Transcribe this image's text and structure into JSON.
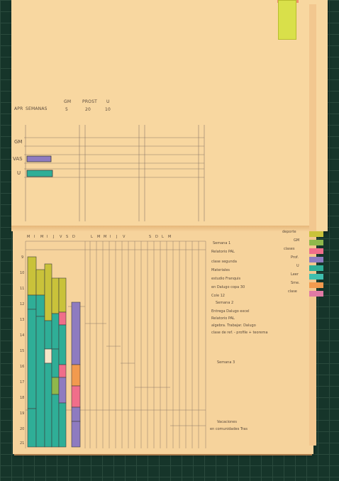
{
  "top_chart": {
    "headers": [
      "APR",
      "SEMANAS",
      "GM",
      "PROST",
      "U"
    ],
    "header_numbers": [
      "5",
      "20",
      "10"
    ],
    "rows": [
      "GM",
      "VAS",
      "U"
    ],
    "bar_colors": [
      "#8e7bc0",
      "#2f9e8a"
    ]
  },
  "bottom_chart": {
    "columns": [
      "M",
      "I",
      "M",
      "I",
      "J",
      "V",
      "S",
      "D",
      "L",
      "M",
      "M",
      "I",
      "J",
      "V",
      "S",
      "D",
      "L",
      "M"
    ],
    "row_hours": [
      "9",
      "10",
      "11",
      "12",
      "13",
      "14",
      "15",
      "16",
      "17",
      "18",
      "19",
      "20",
      "21"
    ],
    "bar_colors": {
      "yellow": "#c9c23a",
      "teal": "#2fae97",
      "purple": "#8e7bc0",
      "pink": "#f06e8a",
      "orange": "#f29a4e",
      "green": "#8fb84b"
    }
  },
  "notes": {
    "semana1": "Semana 1",
    "items1": [
      "Relatorio PAL",
      "clase segunda",
      "Materiales",
      "estudio Franquis",
      "en Dalugo copa 30",
      "Cole 12"
    ],
    "semana2": "Semana 2",
    "items2": [
      "Entrega Dalugo excel",
      "Relatorio PAL",
      "algebra. Trabajar. Dalugo",
      "clase de ref. - profile + teorema"
    ],
    "semana3": "Semana 3",
    "footer1": "Vacaciones",
    "footer2": "en comunidades Tras"
  },
  "legend": {
    "labels": [
      "deporte",
      "GM",
      "clases",
      "Prof.",
      "U",
      "Leer",
      "Sme.",
      "clase"
    ],
    "colors": [
      "#c9c23a",
      "#8fb84b",
      "#f06e8a",
      "#8e7bc0",
      "#2fae97",
      "#3fbfae",
      "#f29a4e",
      "#e07aa5"
    ]
  }
}
